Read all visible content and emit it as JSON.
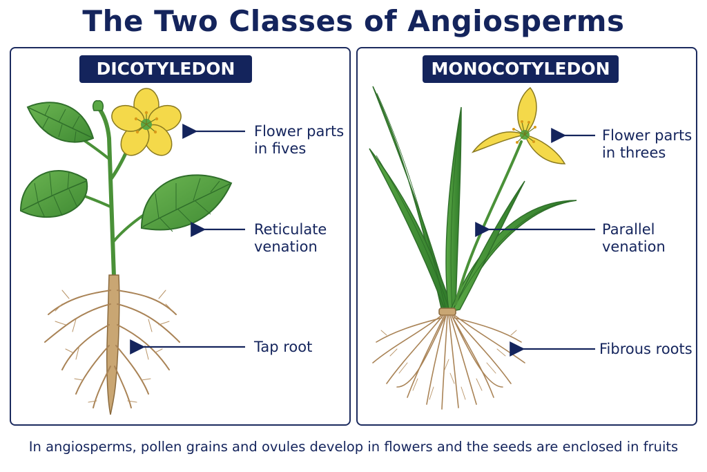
{
  "title": "The Two Classes of Angiosperms",
  "dicot": {
    "heading": "DICOTYLEDON",
    "flower_label": [
      "Flower parts",
      "in fives"
    ],
    "venation_label": [
      "Reticulate",
      "venation"
    ],
    "root_label": "Tap root"
  },
  "monocot": {
    "heading": "MONOCOTYLEDON",
    "flower_label": [
      "Flower parts",
      "in threes"
    ],
    "venation_label": [
      "Parallel",
      "venation"
    ],
    "root_label": "Fibrous roots"
  },
  "caption": "In angiosperms, pollen grains and ovules develop in flowers and the seeds are enclosed in fruits",
  "colors": {
    "navy": "#14245c",
    "leaf": "#4c9a3c",
    "leaf_dark": "#2f6e2a",
    "petal": "#f4d94a",
    "root": "#b48a55"
  }
}
